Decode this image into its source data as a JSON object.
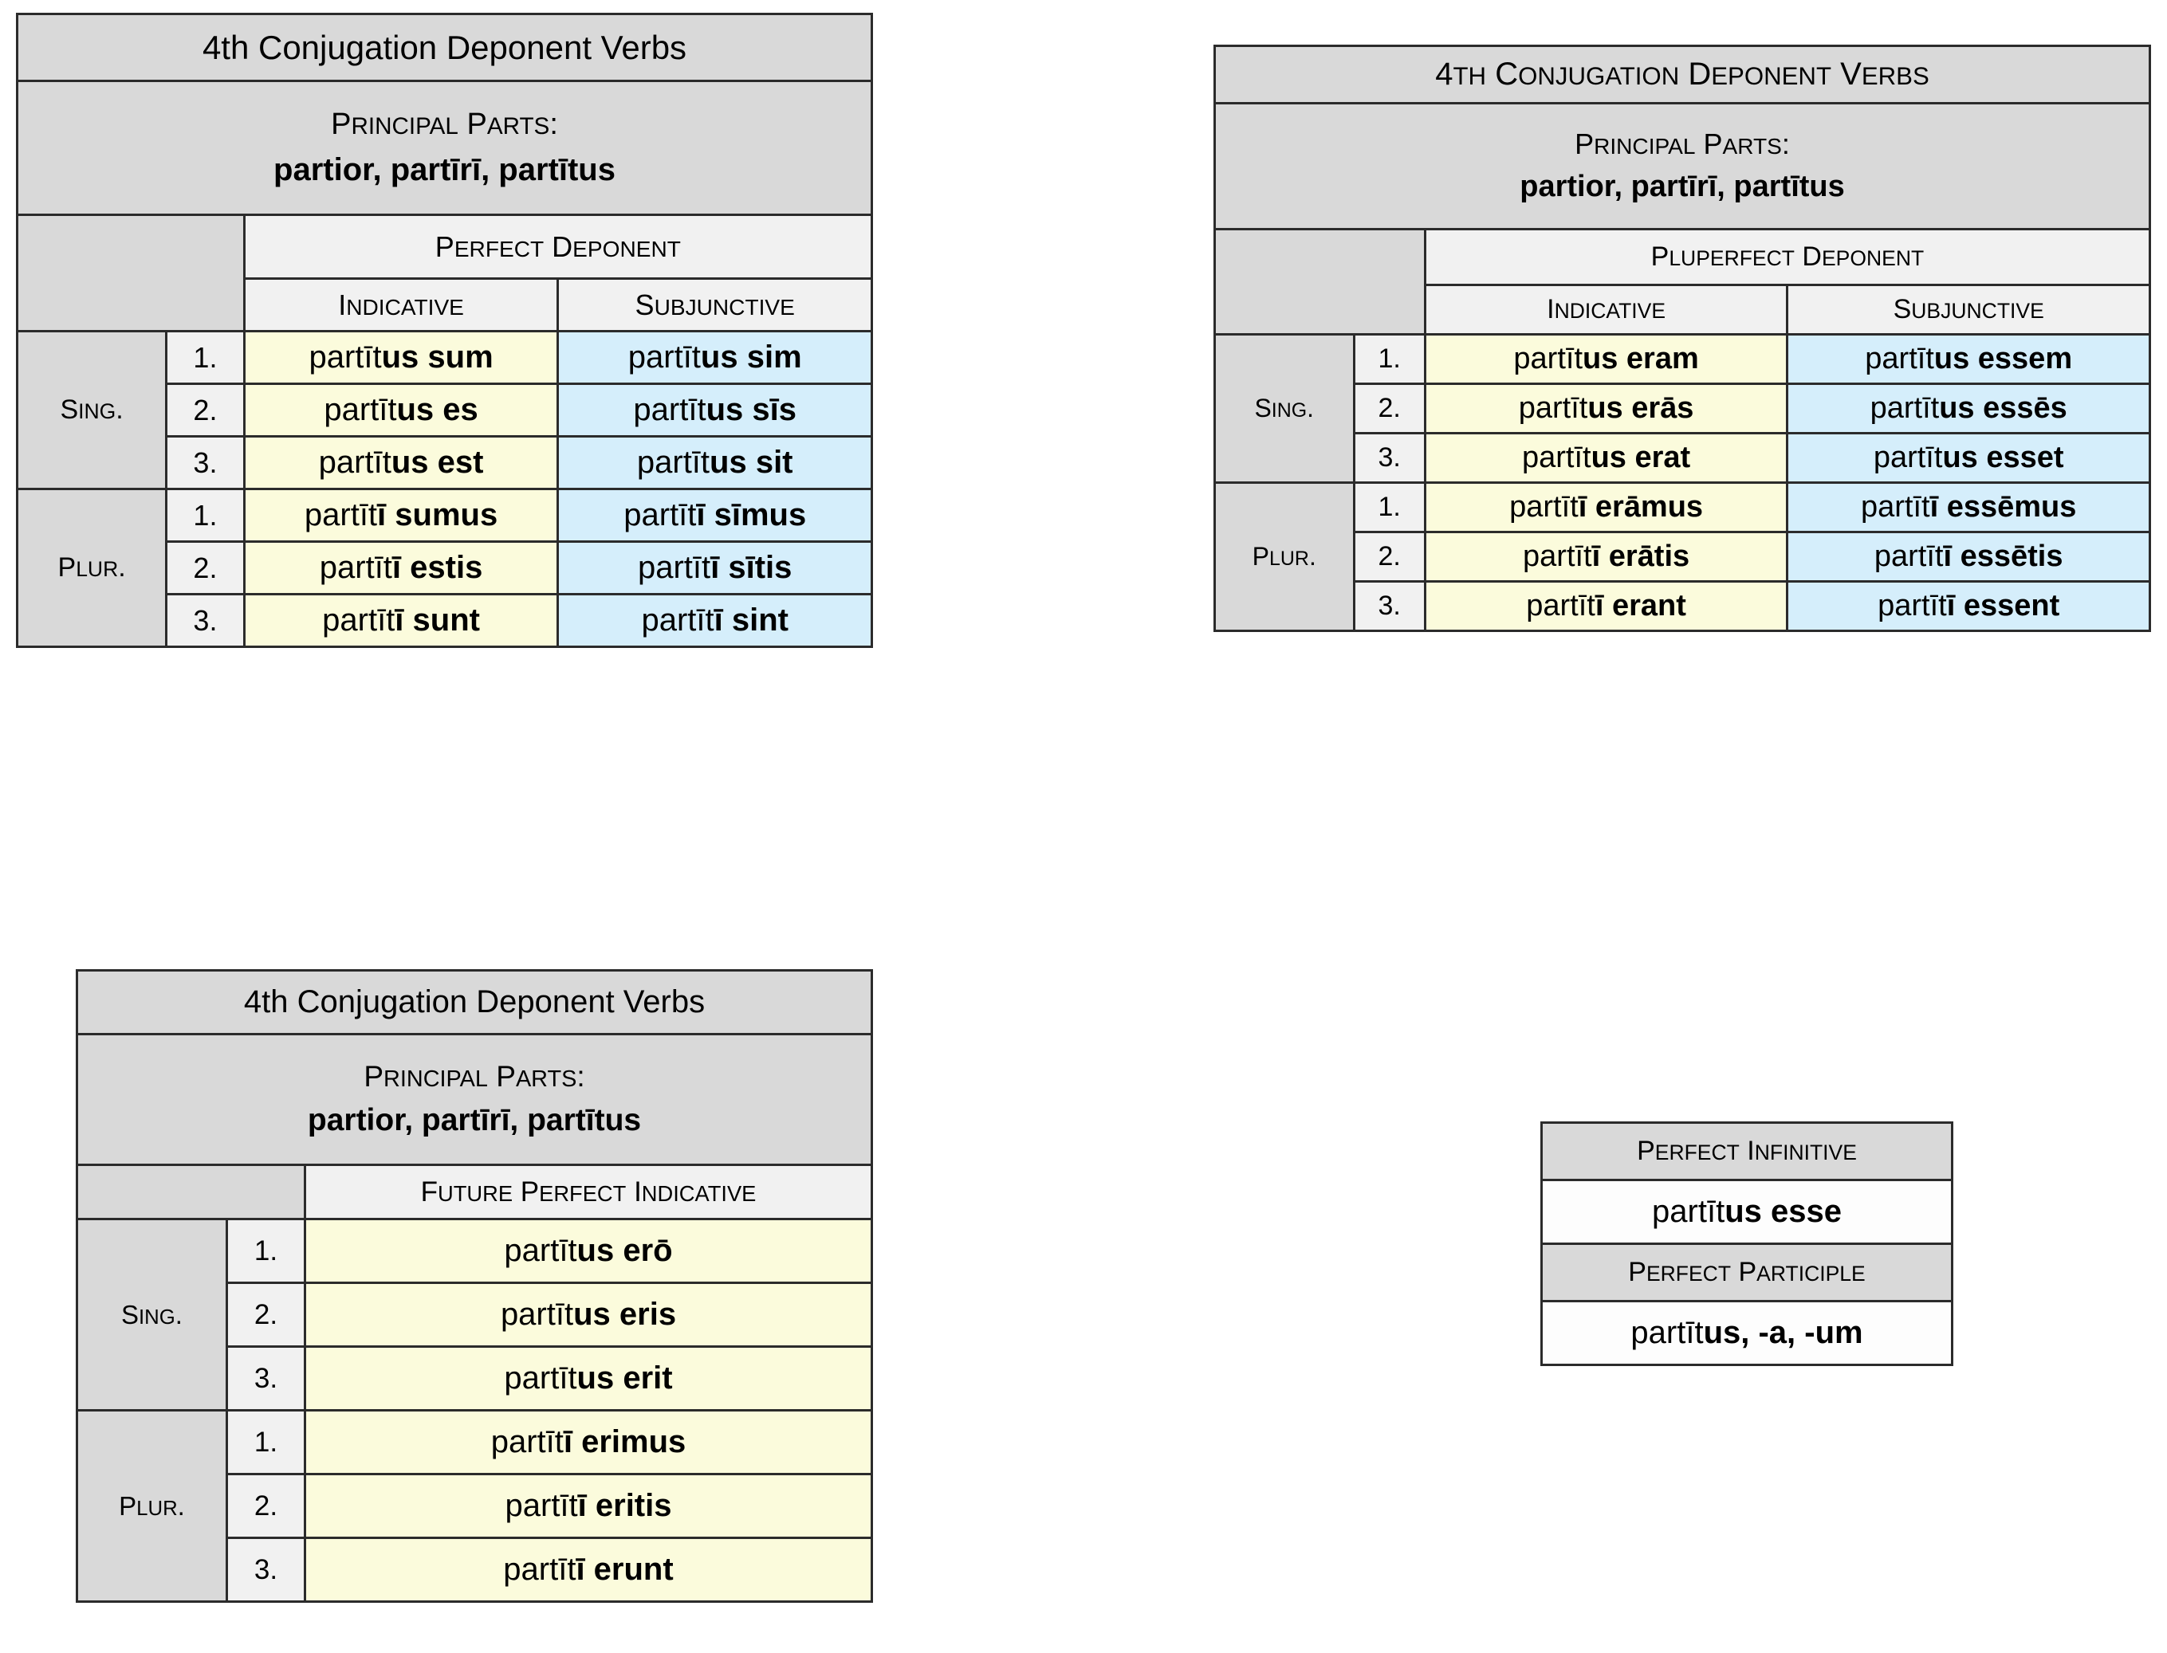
{
  "colors": {
    "header_gray": "#D9D9D9",
    "subheader_gray": "#F1F1F1",
    "indicative_yellow": "#FBFBDC",
    "subjunctive_blue": "#D5EEFB",
    "border": "#2B2B2B"
  },
  "shared": {
    "title": "4th Conjugation Deponent Verbs",
    "principal_parts_label": "Principal Parts:",
    "principal_parts_value": "partior, partīrī, partītus",
    "person_numbers": [
      "1.",
      "2.",
      "3."
    ],
    "singular_label": "Sing.",
    "plural_label": "Plur.",
    "indicative_label": "Indicative",
    "subjunctive_label": "Subjunctive"
  },
  "tables": {
    "perfect": {
      "title": "4th Conjugation Deponent Verbs",
      "principal_parts_label": "Principal Parts:",
      "principal_parts_value": "partior, partīrī, partītus",
      "group_label": "Perfect Deponent",
      "col_headers": [
        "Indicative",
        "Subjunctive"
      ],
      "singular_label": "Sing.",
      "plural_label": "Plur.",
      "rows": [
        {
          "num": "1.",
          "group": "sing",
          "indicative_stem": "partīt",
          "indicative_ending": "us sum",
          "subjunctive_stem": "partīt",
          "subjunctive_ending": "us sim"
        },
        {
          "num": "2.",
          "group": "sing",
          "indicative_stem": "partīt",
          "indicative_ending": "us es",
          "subjunctive_stem": "partīt",
          "subjunctive_ending": "us sīs"
        },
        {
          "num": "3.",
          "group": "sing",
          "indicative_stem": "partīt",
          "indicative_ending": "us est",
          "subjunctive_stem": "partīt",
          "subjunctive_ending": "us sit"
        },
        {
          "num": "1.",
          "group": "plur",
          "indicative_stem": "partīt",
          "indicative_ending": "ī sumus",
          "subjunctive_stem": "partīt",
          "subjunctive_ending": "ī sīmus"
        },
        {
          "num": "2.",
          "group": "plur",
          "indicative_stem": "partīt",
          "indicative_ending": "ī estis",
          "subjunctive_stem": "partīt",
          "subjunctive_ending": "ī sītis"
        },
        {
          "num": "3.",
          "group": "plur",
          "indicative_stem": "partīt",
          "indicative_ending": "ī sunt",
          "subjunctive_stem": "partīt",
          "subjunctive_ending": "ī sint"
        }
      ]
    },
    "pluperfect": {
      "title": "4th Conjugation Deponent Verbs",
      "principal_parts_label": "Principal Parts:",
      "principal_parts_value": "partior, partīrī, partītus",
      "group_label": "Pluperfect Deponent",
      "col_headers": [
        "Indicative",
        "Subjunctive"
      ],
      "singular_label": "Sing.",
      "plural_label": "Plur.",
      "rows": [
        {
          "num": "1.",
          "group": "sing",
          "indicative_stem": "partīt",
          "indicative_ending": "us eram",
          "subjunctive_stem": "partīt",
          "subjunctive_ending": "us essem"
        },
        {
          "num": "2.",
          "group": "sing",
          "indicative_stem": "partīt",
          "indicative_ending": "us erās",
          "subjunctive_stem": "partīt",
          "subjunctive_ending": "us essēs"
        },
        {
          "num": "3.",
          "group": "sing",
          "indicative_stem": "partīt",
          "indicative_ending": "us erat",
          "subjunctive_stem": "partīt",
          "subjunctive_ending": "us esset"
        },
        {
          "num": "1.",
          "group": "plur",
          "indicative_stem": "partīt",
          "indicative_ending": "ī erāmus",
          "subjunctive_stem": "partīt",
          "subjunctive_ending": "ī essēmus"
        },
        {
          "num": "2.",
          "group": "plur",
          "indicative_stem": "partīt",
          "indicative_ending": "ī erātis",
          "subjunctive_stem": "partīt",
          "subjunctive_ending": "ī essētis"
        },
        {
          "num": "3.",
          "group": "plur",
          "indicative_stem": "partīt",
          "indicative_ending": "ī erant",
          "subjunctive_stem": "partīt",
          "subjunctive_ending": "ī essent"
        }
      ]
    },
    "future_perfect": {
      "title": "4th Conjugation Deponent Verbs",
      "principal_parts_label": "Principal Parts:",
      "principal_parts_value": "partior, partīrī, partītus",
      "group_label": "Future Perfect Indicative",
      "singular_label": "Sing.",
      "plural_label": "Plur.",
      "rows": [
        {
          "num": "1.",
          "group": "sing",
          "stem": "partīt",
          "ending": "us erō"
        },
        {
          "num": "2.",
          "group": "sing",
          "stem": "partīt",
          "ending": "us eris"
        },
        {
          "num": "3.",
          "group": "sing",
          "stem": "partīt",
          "ending": "us erit"
        },
        {
          "num": "1.",
          "group": "plur",
          "stem": "partīt",
          "ending": "ī erimus"
        },
        {
          "num": "2.",
          "group": "plur",
          "stem": "partīt",
          "ending": "ī eritis"
        },
        {
          "num": "3.",
          "group": "plur",
          "stem": "partīt",
          "ending": "ī erunt"
        }
      ]
    },
    "nonfinite": {
      "infinitive_label": "Perfect Infinitive",
      "infinitive_stem": "partīt",
      "infinitive_ending": "us esse",
      "participle_label": "Perfect Participle",
      "participle_stem": "partīt",
      "participle_ending": "us, -a, -um"
    }
  }
}
